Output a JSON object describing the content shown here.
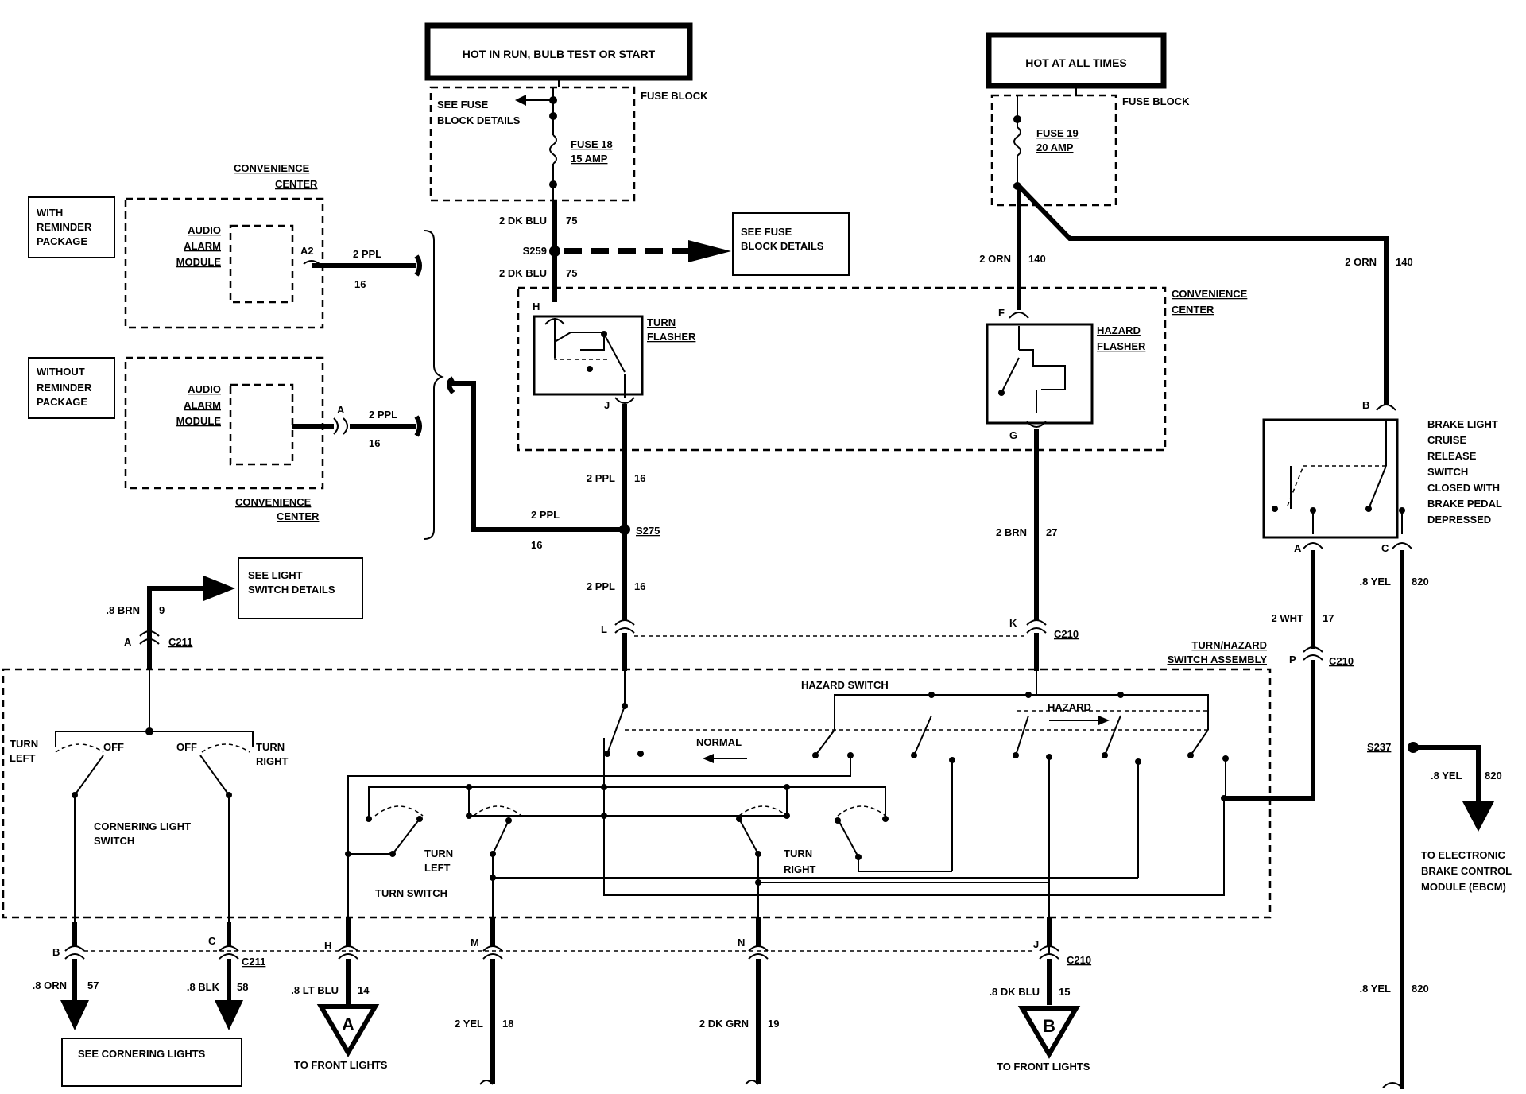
{
  "boxes": {
    "hot_run": "HOT IN RUN, BULB TEST OR START",
    "hot_all": "HOT AT ALL TIMES",
    "see_fuse_block_details": "SEE FUSE BLOCK DETAILS",
    "see_light_switch_details": "SEE LIGHT SWITCH DETAILS",
    "see_cornering_lights": "SEE CORNERING LIGHTS",
    "with_reminder": [
      "WITH",
      "REMINDER",
      "PACKAGE"
    ],
    "without_reminder": [
      "WITHOUT",
      "REMINDER",
      "PACKAGE"
    ]
  },
  "fuses": {
    "fuse_block_left": "FUSE BLOCK",
    "fuse_18": [
      "FUSE 18",
      "15 AMP"
    ],
    "fuse_block_right": "FUSE BLOCK",
    "fuse_19": [
      "FUSE 19",
      "20 AMP"
    ],
    "see_fuse_inner": [
      "SEE FUSE",
      "BLOCK DETAILS"
    ]
  },
  "components": {
    "convenience_center": "CONVENIENCE CENTER",
    "audio_alarm": [
      "AUDIO",
      "ALARM",
      "MODULE"
    ],
    "turn_flasher": [
      "TURN",
      "FLASHER"
    ],
    "hazard_flasher": [
      "HAZARD",
      "FLASHER"
    ],
    "brake_switch": [
      "BRAKE LIGHT",
      "CRUISE",
      "RELEASE",
      "SWITCH",
      "CLOSED WITH",
      "BRAKE PEDAL",
      "DEPRESSED"
    ],
    "turn_hazard_assembly": [
      "TURN/HAZARD",
      "SWITCH ASSEMBLY"
    ],
    "hazard_switch": "HAZARD  SWITCH",
    "hazard": "HAZARD",
    "normal": "NORMAL",
    "turn_left": [
      "TURN",
      "LEFT"
    ],
    "turn_right": [
      "TURN",
      "RIGHT"
    ],
    "turn_switch": "TURN SWITCH",
    "cornering_switch": [
      "CORNERING LIGHT",
      "SWITCH"
    ],
    "corner_turn_left": [
      "TURN",
      "LEFT"
    ],
    "corner_turn_right": [
      "TURN",
      "RIGHT"
    ],
    "off": "OFF",
    "to_ebcm": [
      "TO ELECTRONIC",
      "BRAKE CONTROL",
      "MODULE (EBCM)"
    ],
    "to_front_lights": "TO FRONT LIGHTS",
    "triangle_a": "A",
    "triangle_b": "B"
  },
  "wires": {
    "w75a": "2 DK BLU",
    "c75a": "75",
    "w75b": "2 DK BLU",
    "c75b": "75",
    "s259": "S259",
    "w140a": "2 ORN",
    "c140a": "140",
    "w140b": "2 ORN",
    "c140b": "140",
    "a2": "A2",
    "a": "A",
    "ppl1": "2 PPL",
    "ppl1c": "16",
    "ppl2": "2 PPL",
    "ppl2c": "16",
    "ppl3": "2 PPL",
    "ppl3c": "16",
    "ppl4": "2 PPL",
    "ppl4c": "16",
    "ppl5": "2  PPL",
    "ppl5c": "16",
    "s275": "S275",
    "brn27": "2 BRN",
    "c27": "27",
    "brn9": ".8 BRN",
    "c9": "9",
    "c211a": "C211",
    "c211b": "C211",
    "c210a": "C210",
    "c210b": "C210",
    "c210c": "C210",
    "wht17": "2 WHT",
    "c17": "17",
    "yel820a": ".8 YEL",
    "c820a": "820",
    "yel820b": ".8 YEL",
    "c820b": "820",
    "yel820c": ".8 YEL",
    "c820c": "820",
    "s237": "S237",
    "orn57": ".8 ORN",
    "c57": "57",
    "blk58": ".8 BLK",
    "c58": "58",
    "ltblu14": ".8 LT BLU",
    "c14": "14",
    "yel18": "2 YEL",
    "c18": "18",
    "dkgrn19": "2 DK GRN",
    "c19": "19",
    "dkblu15": ".8 DK BLU",
    "c15": "15"
  },
  "pins": {
    "H": "H",
    "J": "J",
    "F": "F",
    "G": "G",
    "B": "B",
    "A": "A",
    "C": "C",
    "L": "L",
    "K": "K",
    "P": "P",
    "bA": "A",
    "bB": "B",
    "bC": "C",
    "bH": "H",
    "bM": "M",
    "bN": "N",
    "bJ": "J"
  }
}
